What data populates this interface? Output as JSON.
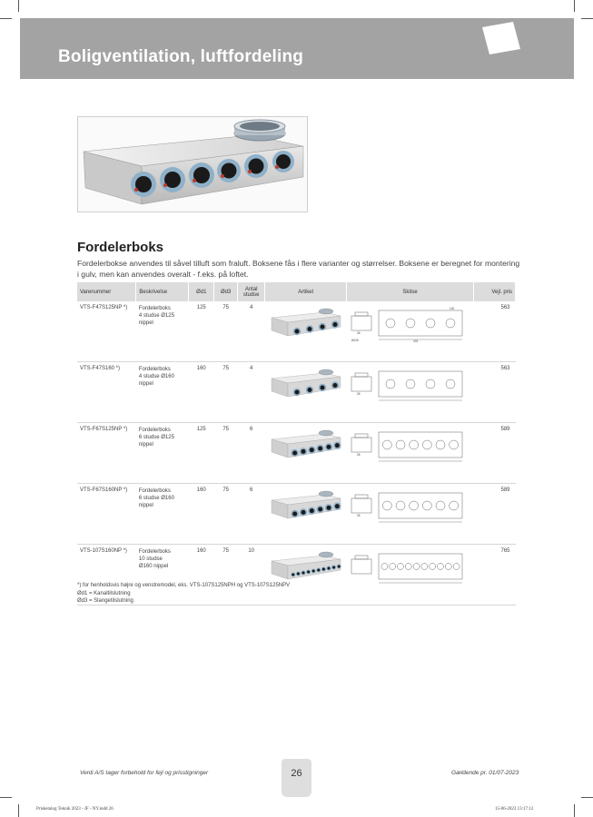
{
  "header": {
    "title": "Boligventilation, luftfordeling"
  },
  "section": {
    "title": "Fordelerboks",
    "intro": "Fordelerbokse anvendes til såvel tilluft som fraluft. Boksene fås i flere varianter og størrelser. Boksene er beregnet for montering i gulv, men kan anvendes overalt - f.eks. på loftet."
  },
  "table": {
    "headers": [
      "Varenummer",
      "Beskrivelse",
      "Ød1",
      "Ød3",
      "Antal studse",
      "Artikel",
      "Skitse",
      "Vejl. pris"
    ],
    "rows": [
      {
        "varenummer": "VTS-F47S125NP *)",
        "beskrivelse": "Fordelerboks\n4 studse Ø125\nnippel",
        "d1": "125",
        "d3": "75",
        "antal": "4",
        "pris": "563",
        "outlets": 4,
        "sketch": {
          "d1": "Ø125",
          "a": "26",
          "b": "476",
          "c": "120"
        }
      },
      {
        "varenummer": "VTS-F47S160 *)",
        "beskrivelse": "Fordelerboks\n4 studse Ø160\nnippel",
        "d1": "160",
        "d3": "75",
        "antal": "4",
        "pris": "563",
        "outlets": 4,
        "sketch": {
          "d1": "",
          "a": "26",
          "b": "",
          "c": ""
        }
      },
      {
        "varenummer": "VTS-F67S125NP *)",
        "beskrivelse": "Fordelerboks\n6 studse Ø125\nnippel",
        "d1": "125",
        "d3": "75",
        "antal": "6",
        "pris": "589",
        "outlets": 6,
        "sketch": {
          "d1": "",
          "a": "26",
          "b": "",
          "c": ""
        }
      },
      {
        "varenummer": "VTS-F67S160NP *)",
        "beskrivelse": "Fordelerboks\n6 studse Ø160\nnippel",
        "d1": "160",
        "d3": "75",
        "antal": "6",
        "pris": "589",
        "outlets": 6,
        "sketch": {
          "d1": "",
          "a": "26",
          "b": "",
          "c": ""
        }
      },
      {
        "varenummer": "VTS-107S160NP *)",
        "beskrivelse": "Fordelerboks\n10 studse\nØ160 nippel",
        "d1": "160",
        "d3": "75",
        "antal": "10",
        "pris": "765",
        "outlets": 10,
        "sketch": {
          "d1": "",
          "a": "",
          "b": "",
          "c": ""
        }
      }
    ]
  },
  "footnotes": [
    "*) for henholdsvis højre og venstremodel, eks. VTS-107S125NPH og VTS-107S125NPV",
    "Ød1 = Kanaltilslutning",
    "Ød3 = Slangetilslutning"
  ],
  "footer": {
    "left": "Venti A/S tager forbehold for fejl og prisstigninger",
    "page": "26",
    "right": "Gældende pr. 01/07-2023"
  },
  "slug": {
    "left": "Prisketalog Teknik 2023 - JF - NY.indd   26",
    "right": "15-06-2023   13:17:12"
  },
  "colors": {
    "header_bg": "#a3a3a3",
    "table_header_bg": "#dcdcdc",
    "outlet_ring": "#8fb0c8",
    "gasket_red": "#c0392b"
  }
}
